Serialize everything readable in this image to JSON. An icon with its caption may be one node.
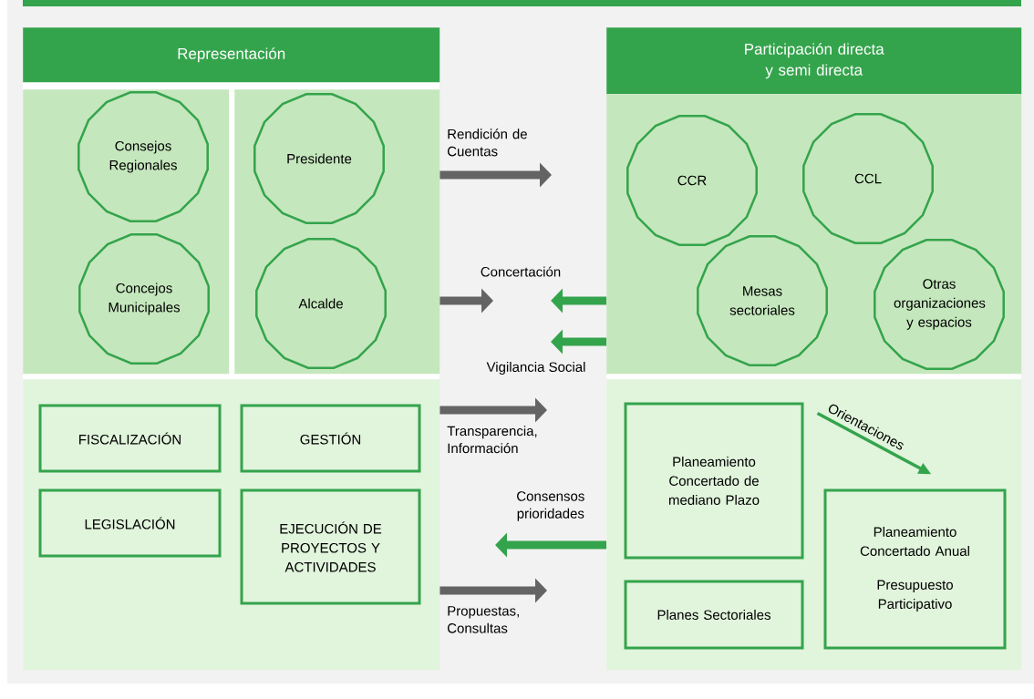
{
  "diagram": {
    "nodes": [
      {
        "text": [
          "Representación"
        ]
      },
      {
        "text": [
          "Participación directa y semi directa"
        ]
      },
      {
        "text": [],
        "shape": "box"
      },
      {
        "text": [
          "Consejos Regionales"
        ],
        "in": 2
      },
      {
        "text": [
          "Concejos Municipales"
        ],
        "in": 2
      },
      {
        "text": [],
        "shape": "box"
      },
      {
        "text": [
          "Presidente"
        ],
        "in": 5
      },
      {
        "text": [
          "Alcalde"
        ],
        "in": 5
      },
      {
        "text": [],
        "shape": "box"
      },
      {
        "text": [
          "CCR"
        ],
        "in": 8
      },
      {
        "text": [
          "CCL"
        ],
        "in": 8
      },
      {
        "text": [
          "Mesas sectoriales"
        ],
        "in": 8
      },
      {
        "text": [
          "Otras organizaciones y espacios"
        ],
        "in": 8
      },
      {
        "text": [],
        "shape": "box"
      },
      {
        "text": [
          "FISCALIZACIÓN"
        ],
        "in": 13
      },
      {
        "text": [
          "LEGISLACIÓN"
        ],
        "in": 13
      },
      {
        "text": [
          "GESTIÓN"
        ],
        "in": 13
      },
      {
        "text": [
          "EJECUCIÓN DE PROYECTOS Y ACTIVIDADES"
        ],
        "in": 13
      },
      {
        "text": [],
        "shape": "box"
      },
      {
        "text": [
          "Planeamiento Concertado de mediano Plazo"
        ],
        "in": 18
      },
      {
        "text": [
          "Planes Sectoriales"
        ],
        "in": 18
      },
      {
        "text": [
          "Planeamiento Concertado Anual",
          "Presupuesto Participativo"
        ],
        "in": 18
      }
    ],
    "edges": [
      {
        "from": 5,
        "to": null,
        "arrow": "to",
        "label": "Rendición de Cuentas",
        "color": "#646464"
      },
      {
        "from": 5,
        "to": null,
        "arrow": "to",
        "label": "Concertación",
        "color": "#646464"
      },
      {
        "from": 8,
        "to": null,
        "arrow": "to",
        "color": "#34a44c"
      },
      {
        "from": 8,
        "to": null,
        "arrow": "to",
        "label": "Vigilancia Social",
        "color": "#34a44c"
      },
      {
        "from": 13,
        "to": null,
        "arrow": "to",
        "label": "Transparencia, Información",
        "color": "#646464"
      },
      {
        "from": 18,
        "to": null,
        "arrow": "to",
        "label": "Consensos prioridades",
        "color": "#34a44c"
      },
      {
        "from": 13,
        "to": null,
        "arrow": "to",
        "label": "Propuestas, Consultas",
        "color": "#646464"
      },
      {
        "from": 19,
        "to": 21,
        "arrow": "to",
        "label": "Orientaciones",
        "color": "#34a44c"
      }
    ]
  }
}
